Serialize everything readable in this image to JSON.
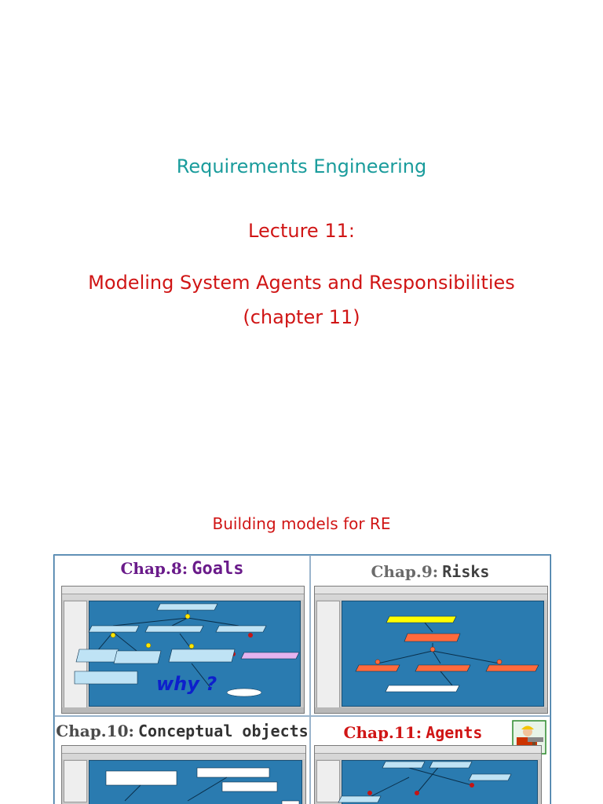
{
  "title": "Requirements Engineering",
  "lecture": "Lecture 11:",
  "subtitle_line1": "Modeling System Agents and Responsibilities",
  "subtitle_line2": "(chapter 11)",
  "section_heading": "Building models for RE",
  "panels": [
    {
      "chap": "Chap.8:",
      "topic": "Goals",
      "chap_color": "#6a1b8a",
      "topic_color": "#6a1b8a",
      "overlay": "why ?"
    },
    {
      "chap": "Chap.9:",
      "topic": "Risks",
      "chap_color": "#6b6b6b",
      "topic_color": "#404040"
    },
    {
      "chap": "Chap.10:",
      "topic": "Conceptual objects",
      "chap_color": "#4a4a4a",
      "topic_color": "#333333"
    },
    {
      "chap": "Chap.11:",
      "topic": "Agents",
      "chap_color": "#d01515",
      "topic_color": "#d01515"
    }
  ],
  "colors": {
    "title": "#1a9c9c",
    "lecture": "#d01515",
    "canvas": "#2a7bb0",
    "risk_node": "#ff6a3d",
    "goal_node": "#bfe3f5",
    "obstacle_node": "#ffff00",
    "agent_icon": "worker-icon"
  }
}
